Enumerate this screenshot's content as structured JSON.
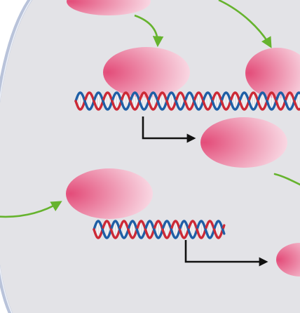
{
  "diagram": {
    "colors": {
      "page_background": "#ffffff",
      "cell_fill": "#e3e3e7",
      "cell_membrane": "#b9c3da",
      "membrane_highlight": "#eef1f8",
      "protein_dark": "#e34c79",
      "protein_light": "#fbe6ee",
      "arrow_signal": "#66b32e",
      "arrow_transcription": "#111111",
      "dna_strand_a": "#cc2a36",
      "dna_strand_b": "#1f5fa6"
    },
    "elements": [
      "cell-interior",
      "cell-membrane",
      "upstream-signal-protein",
      "signal-arrow",
      "transcription-factor",
      "dna-double-helix",
      "transcription-start-arrow",
      "expressed-protein"
    ]
  }
}
